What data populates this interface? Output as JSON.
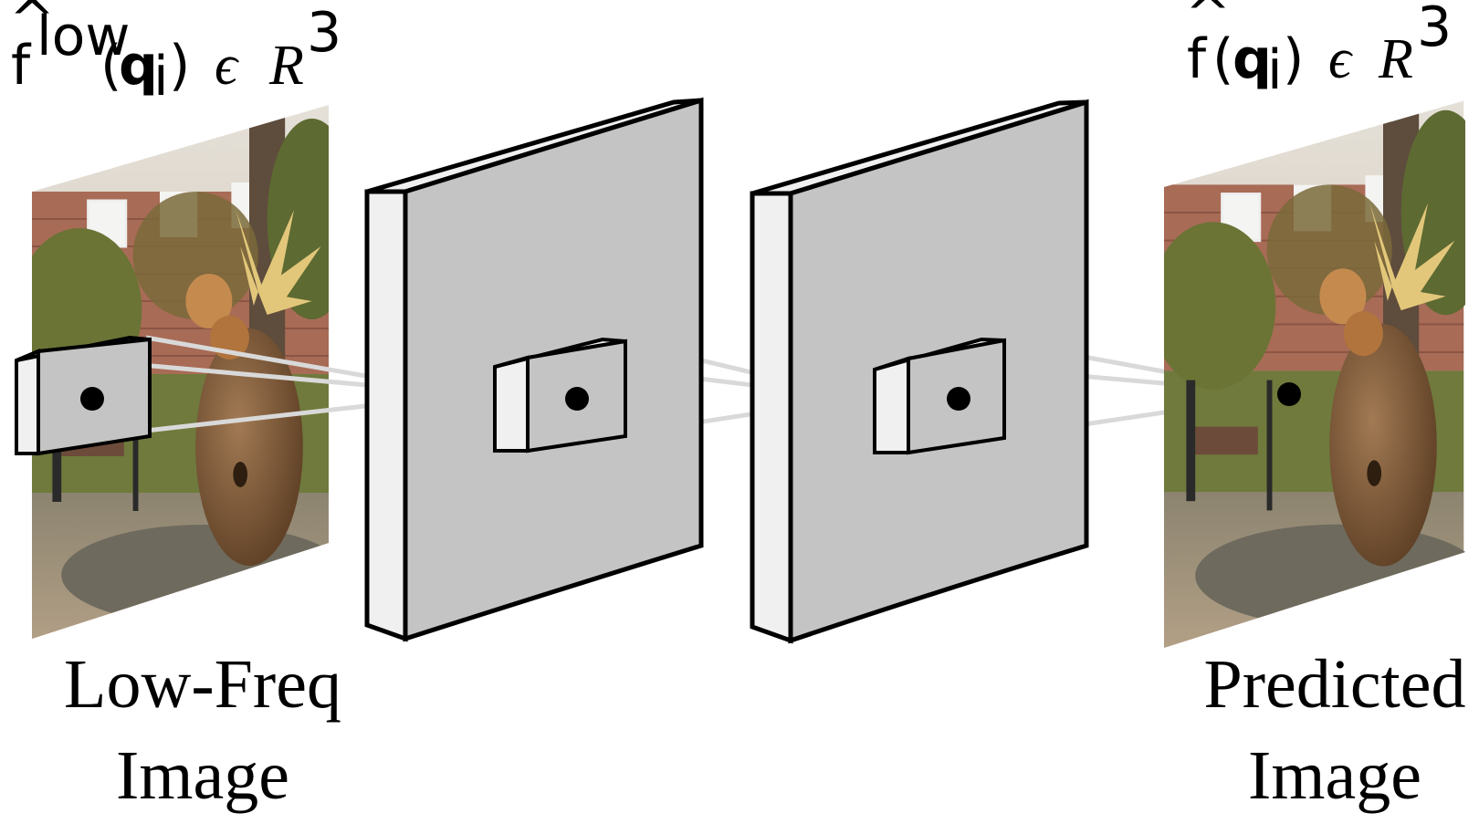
{
  "input_label": {
    "hat": "^",
    "f": "f",
    "superscript": "low",
    "open_paren": "(",
    "q": "q",
    "subscript": "i",
    "close_paren": ")",
    "in_symbol": "ϵ",
    "space": "R",
    "exponent": "3"
  },
  "output_label": {
    "hat": "^",
    "f": "f",
    "open_paren": "(",
    "q": "q",
    "subscript": "i",
    "close_paren": ")",
    "in_symbol": "ϵ",
    "space": "R",
    "exponent": "3"
  },
  "input_caption": {
    "line1": "Low-Freq",
    "line2": "Image"
  },
  "output_caption": {
    "line1": "Predicted",
    "line2": "Image"
  },
  "colors": {
    "slab_face": "#c4c4c4",
    "slab_side": "#f0f0f0",
    "outline": "#000000",
    "projection": "#d9d9d9",
    "sky": "#dcdad4",
    "brick": "#a86b56",
    "foliage": "#6f7a3c",
    "ground": "#9c8a72",
    "vase": "#7c5a3a",
    "dried_leaf": "#e2c77a"
  },
  "icons": [
    "input-image",
    "output-image",
    "feature-slab",
    "query-point"
  ]
}
